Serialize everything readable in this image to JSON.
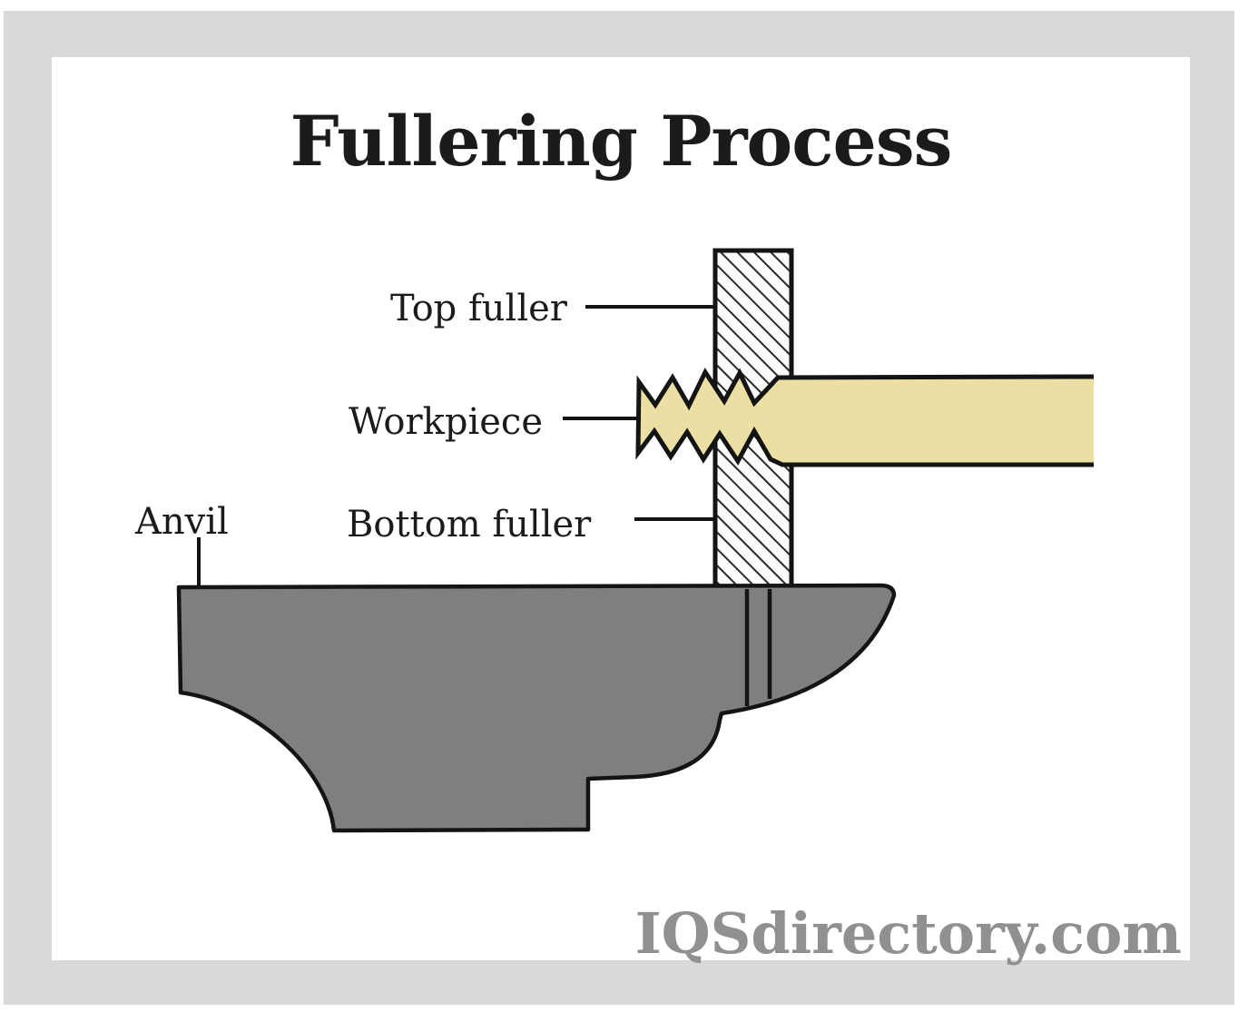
{
  "title": "Fullering Process",
  "labels": {
    "top_fuller": "Top fuller",
    "workpiece": "Workpiece",
    "bottom_fuller": "Bottom fuller",
    "anvil": "Anvil"
  },
  "watermark": "IQSdirectory.com",
  "diagram_parts": {
    "top_fuller": "hatched vertical tool above workpiece",
    "bottom_fuller": "hatched vertical tool below workpiece, shank set into anvil",
    "workpiece": "cream bar with fullered (necked) zigzag section under the fullers",
    "anvil": "gray anvil cross-section supporting the bottom fuller"
  },
  "colors": {
    "frame": "#d9d9d9",
    "panel": "#ffffff",
    "outline": "#141414",
    "anvil_fill": "#7f7f7f",
    "workpiece_fill": "#ecdfa4",
    "fuller_fill": "#fbfbfb",
    "title_text": "#1b1b1b",
    "label_text": "#1b1b1b",
    "watermark_text": "#909090"
  }
}
